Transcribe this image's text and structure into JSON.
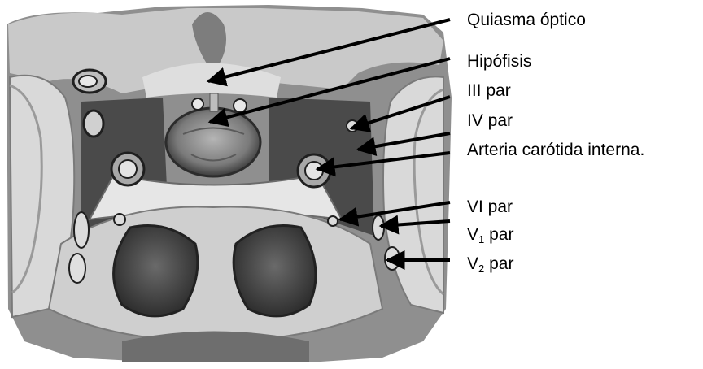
{
  "labels": {
    "quiasma": "Quiasma óptico",
    "hipofisis": "Hipófisis",
    "iii_par": "III par",
    "iv_par": "IV par",
    "arteria": "Arteria carótida interna.",
    "vi_par": "VI par",
    "v1": {
      "main": "V",
      "sub": "1",
      "suffix": " par"
    },
    "v2": {
      "main": "V",
      "sub": "2",
      "suffix": " par"
    }
  },
  "colors": {
    "background": "#ffffff",
    "tissue_light": "#d8d8d8",
    "tissue_mid": "#9a9a9a",
    "tissue_dark": "#3a3a3a",
    "pituitary": "#8a8a8a",
    "arrow": "#000000"
  }
}
